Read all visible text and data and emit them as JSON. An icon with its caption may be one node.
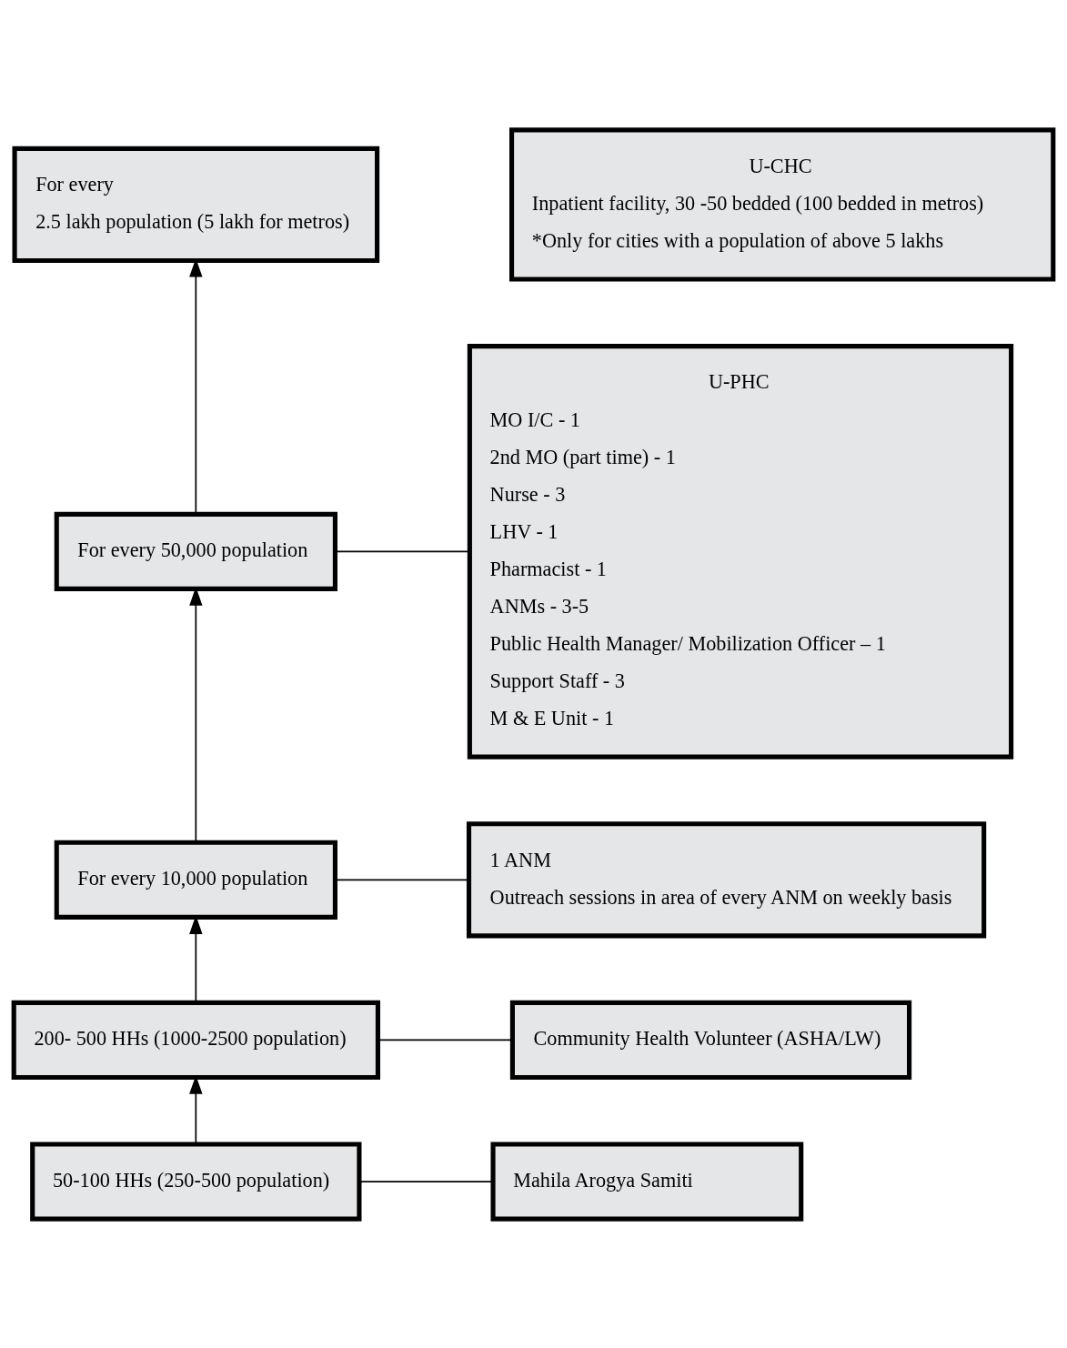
{
  "diagram": {
    "nodes": [
      {
        "text": [
          "For every",
          "2.5 lakh population (5 lakh for metros)"
        ]
      },
      {
        "text": [
          "U-CHC",
          "Inpatient facility, 30 -50 bedded (100 bedded in metros)",
          "*Only for cities with a population of above 5 lakhs"
        ]
      },
      {
        "text": [
          "For every 50,000 population"
        ]
      },
      {
        "text": [
          "U-PHC",
          "MO I/C - 1",
          "2nd MO (part time) - 1",
          "Nurse - 3",
          "LHV - 1",
          "Pharmacist - 1",
          "ANMs - 3-5",
          "Public Health Manager/ Mobilization Officer – 1",
          "Support Staff - 3",
          "M & E Unit - 1"
        ]
      },
      {
        "text": [
          "For every 10,000 population"
        ]
      },
      {
        "text": [
          "1 ANM",
          "Outreach sessions in area of every ANM on weekly basis"
        ]
      },
      {
        "text": [
          "200- 500 HHs (1000-2500 population)"
        ]
      },
      {
        "text": [
          "Community Health Volunteer (ASHA/LW)"
        ]
      },
      {
        "text": [
          "50-100 HHs (250-500 population)"
        ]
      },
      {
        "text": [
          "Mahila Arogya Samiti"
        ]
      }
    ],
    "edges": [
      {
        "from": 2,
        "to": 0,
        "arrow": "to"
      },
      {
        "from": 2,
        "to": 3,
        "arrow": "none"
      },
      {
        "from": 4,
        "to": 2,
        "arrow": "to"
      },
      {
        "from": 4,
        "to": 5,
        "arrow": "none"
      },
      {
        "from": 6,
        "to": 4,
        "arrow": "to"
      },
      {
        "from": 6,
        "to": 7,
        "arrow": "none"
      },
      {
        "from": 8,
        "to": 6,
        "arrow": "to"
      },
      {
        "from": 8,
        "to": 9,
        "arrow": "none"
      }
    ]
  }
}
